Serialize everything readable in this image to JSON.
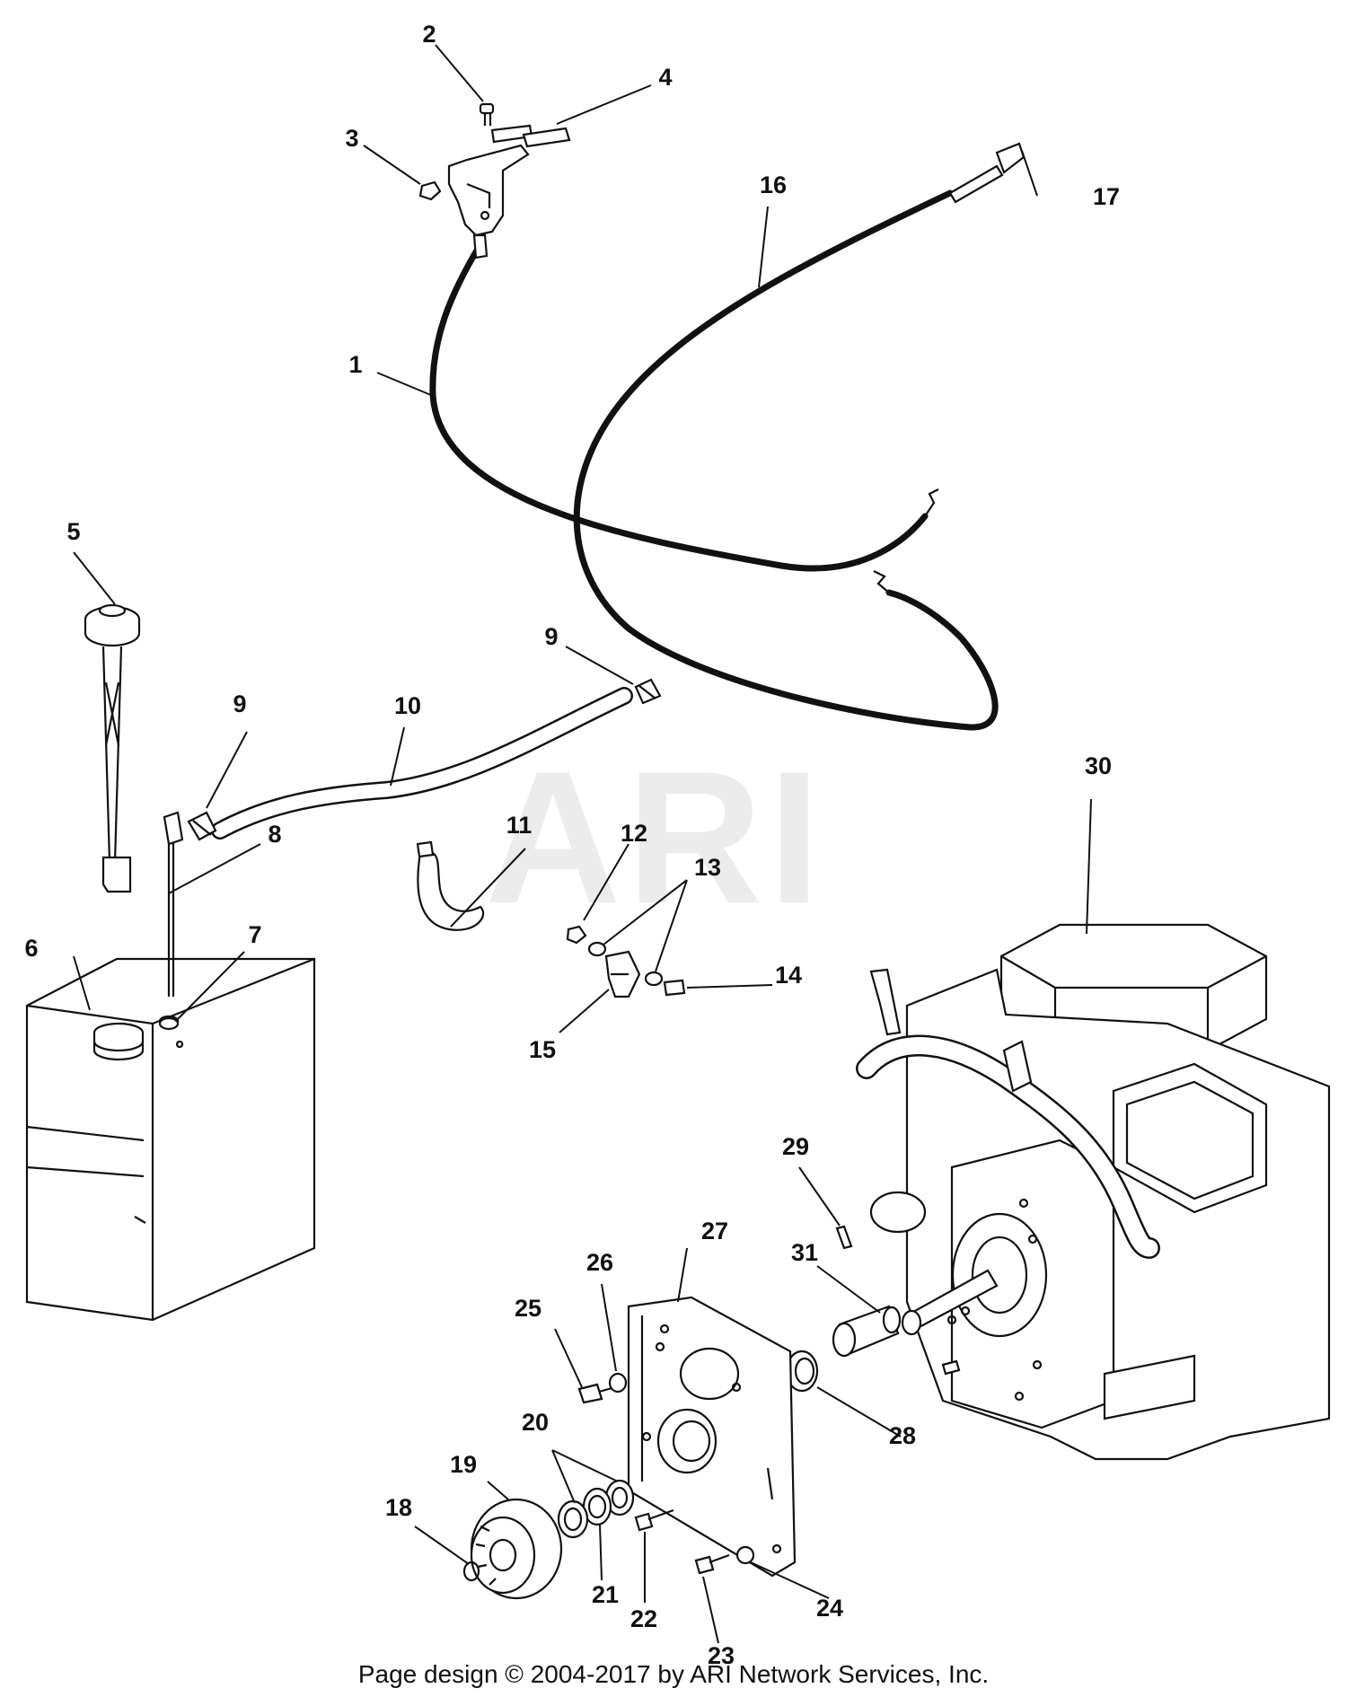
{
  "watermark": "ARI",
  "footer": "Page design © 2004-2017 by ARI Network Services, Inc.",
  "callouts": {
    "c1": "1",
    "c2": "2",
    "c3": "3",
    "c4": "4",
    "c5": "5",
    "c6": "6",
    "c7": "7",
    "c8": "8",
    "c9a": "9",
    "c9b": "9",
    "c10": "10",
    "c11": "11",
    "c12": "12",
    "c13": "13",
    "c14": "14",
    "c15": "15",
    "c16": "16",
    "c17": "17",
    "c18": "18",
    "c19": "19",
    "c20": "20",
    "c21": "21",
    "c22": "22",
    "c23": "23",
    "c24": "24",
    "c25": "25",
    "c26": "26",
    "c27": "27",
    "c28": "28",
    "c29": "29",
    "c30": "30",
    "c31": "31"
  }
}
